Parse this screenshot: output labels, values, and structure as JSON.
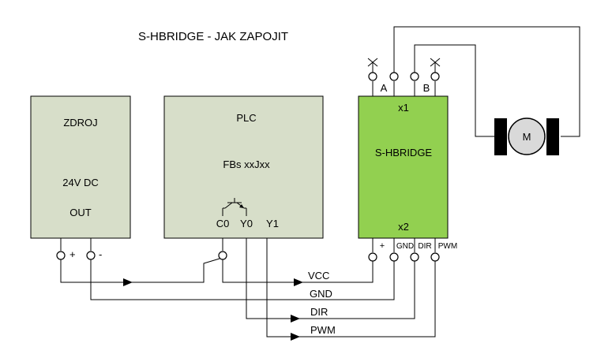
{
  "title": "S-HBRIDGE  -  JAK ZAPOJIT",
  "colors": {
    "box_gray": "#d7dec9",
    "box_green": "#92d050",
    "motor_gray": "#d9d9d9",
    "line": "#000000"
  },
  "zdroj": {
    "name": "ZDROJ",
    "voltage": "24V DC",
    "out": "OUT",
    "plus": "+",
    "minus": "-"
  },
  "plc": {
    "name": "PLC",
    "fbs": "FBs   xxJxx",
    "c0": "C0",
    "y0": "Y0",
    "y1": "Y1"
  },
  "hbridge": {
    "name": "S-HBRIDGE",
    "x1": "x1",
    "x2": "x2",
    "term_a": "A",
    "term_b": "B",
    "plus": "+",
    "gnd": "GND",
    "dir": "DIR",
    "pwm": "PWM"
  },
  "motor": {
    "label": "M"
  },
  "wires": {
    "vcc": "VCC",
    "gnd": "GND",
    "dir": "DIR",
    "pwm": "PWM"
  }
}
